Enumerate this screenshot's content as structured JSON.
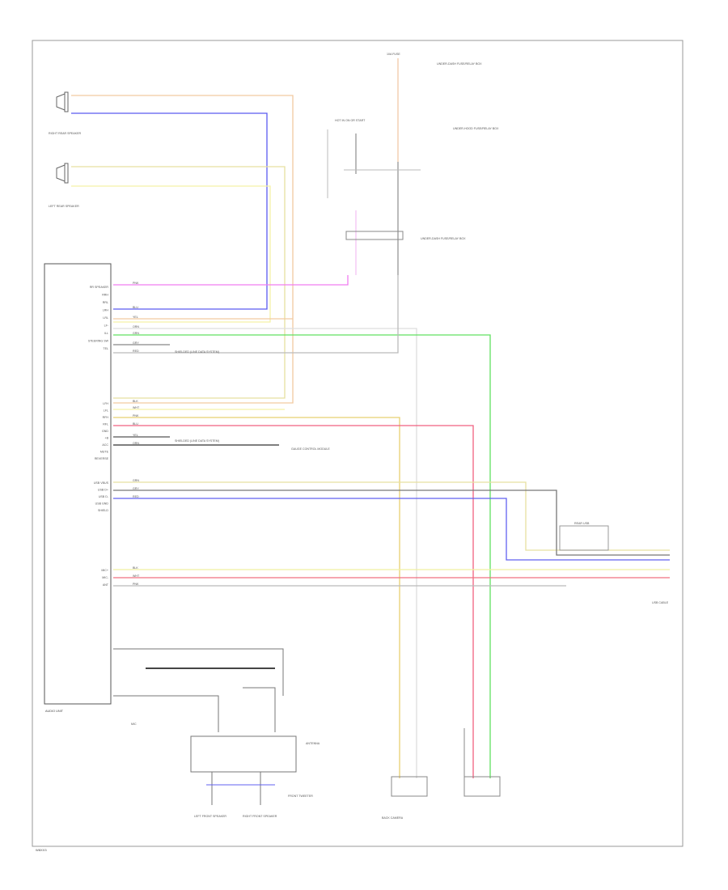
{
  "diagram": {
    "frame_id": "W8XX3",
    "components": {
      "audio_unit": "AUDIO UNIT",
      "right_rear_speaker": "RIGHT REAR SPEAKER",
      "left_rear_speaker": "LEFT REAR SPEAKER",
      "fuse_top": "10A FUSE",
      "under_dash_box_1": "UNDER-DASH FUSE/RELAY BOX",
      "under_dash_box_2": "UNDER-DASH FUSE/RELAY BOX",
      "under_hood_box": "UNDER-HOOD FUSE/RELAY BOX",
      "hot_in_on": "HOT IN ON OR START",
      "gauge_control": "GAUGE CONTROL MODULE",
      "rear_usb": "REAR USB",
      "mic": "MIC",
      "antenna": "ANTENNA",
      "front_tweeter": "FRONT TWEETER",
      "left_front_speaker": "LEFT FRONT SPEAKER",
      "right_front_speaker": "RIGHT FRONT SPEAKER",
      "usb_cable": "USB CABLE",
      "back_camera": "BACK CAMERA"
    },
    "pins_top": [
      "RR SPEAKER",
      "RRH",
      "RRL",
      "LRH",
      "LRL",
      "LF-",
      "ILL",
      "STEERING SW",
      "TEL"
    ],
    "pins_mid": [
      "LFH",
      "LFL",
      "RFH",
      "RFL",
      "GND",
      "+B",
      "ACC",
      "MUTE",
      "REVERSE"
    ],
    "pins_low": [
      "USB VBUS",
      "USB D+",
      "USB D-",
      "USB GND",
      "SHIELD"
    ],
    "pins_bottom": [
      "MIC+",
      "MIC-",
      "ANT"
    ],
    "wire_colors": [
      "PNK",
      "BLU",
      "YEL",
      "ORN",
      "GRN",
      "GRY",
      "RED",
      "BLK",
      "WHT"
    ],
    "notes": {
      "shielded_1": "SHIELDED (LINE DATA SYSTEM)",
      "shielded_2": "SHIELDED (LINE DATA SYSTEM)"
    }
  }
}
